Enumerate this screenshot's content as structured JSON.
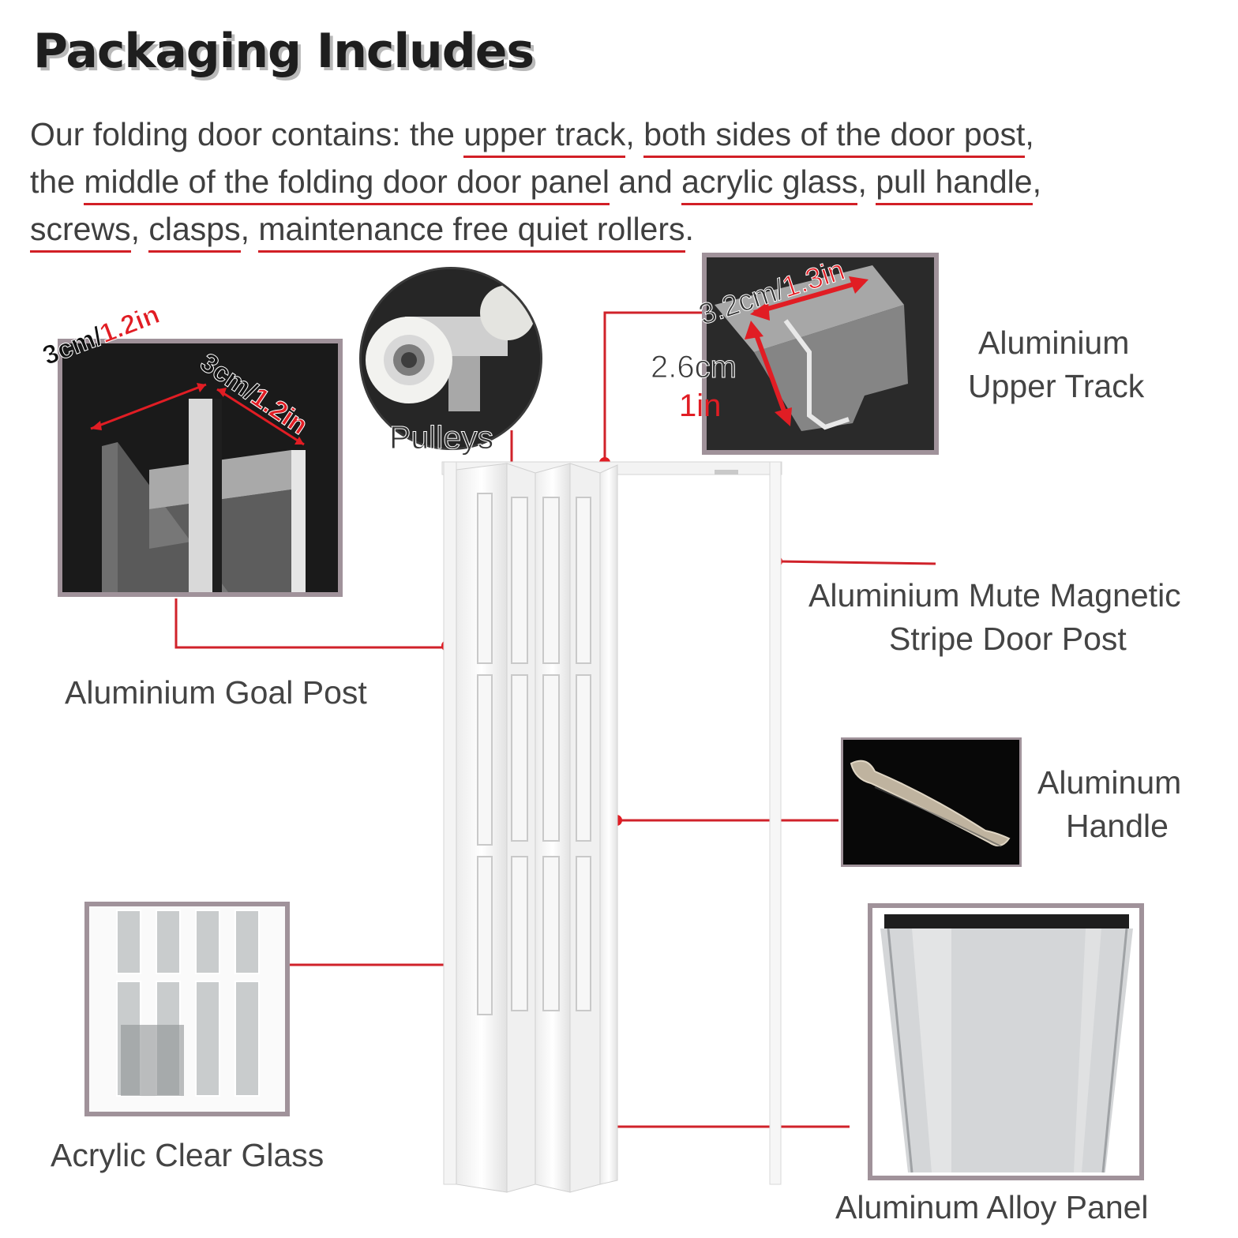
{
  "title": "Packaging Includes",
  "intro": {
    "lead": "Our folding door contains: the ",
    "upper_track": "upper track",
    "sep1": ", ",
    "door_post": "both sides of the door post",
    "sep2": ",",
    "the": "the ",
    "middle_panel": "middle of the folding door door panel",
    "and": " and ",
    "acrylic_glass": "acrylic glass",
    "sep3": ", ",
    "pull_handle": "pull handle",
    "sep4": ",",
    "screws": "screws",
    "sep5": ", ",
    "clasps": "clasps",
    "sep6": ", ",
    "rollers": "maintenance free quiet rollers",
    "end": "."
  },
  "dimensions": {
    "goal_post_w": "3cm/",
    "goal_post_w_in": "1.2in",
    "goal_post_d": "3cm/",
    "goal_post_d_in": "1.2in",
    "track_w": "3.2cm/",
    "track_w_in": "1.3in",
    "track_h": "2.6cm",
    "track_h_in": "1in"
  },
  "labels": {
    "pulleys": "Pulleys",
    "upper_track_1": "Aluminium",
    "upper_track_2": "Upper Track",
    "goal_post": "Aluminium Goal Post",
    "door_post_1": "Aluminium Mute Magnetic",
    "door_post_2": "Stripe Door Post",
    "handle_1": "Aluminum",
    "handle_2": "Handle",
    "glass": "Acrylic Clear Glass",
    "panel": "Aluminum Alloy Panel"
  },
  "colors": {
    "accent_red": "#e11d24",
    "frame_border": "#a0929a",
    "title": "#1e1e1e"
  }
}
